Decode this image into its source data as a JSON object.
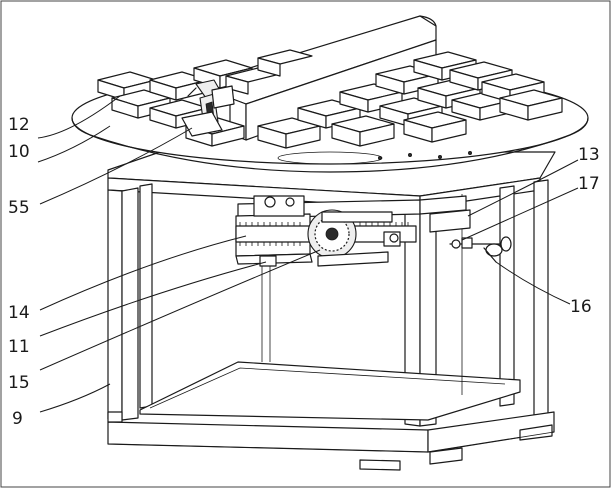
{
  "labels": [
    {
      "id": "12",
      "text": "12"
    },
    {
      "id": "10",
      "text": "10"
    },
    {
      "id": "55",
      "text": "55"
    },
    {
      "id": "13",
      "text": "13"
    },
    {
      "id": "17",
      "text": "17"
    },
    {
      "id": "14",
      "text": "14"
    },
    {
      "id": "11",
      "text": "11"
    },
    {
      "id": "16",
      "text": "16"
    },
    {
      "id": "15",
      "text": "15"
    },
    {
      "id": "9",
      "text": "9"
    }
  ]
}
